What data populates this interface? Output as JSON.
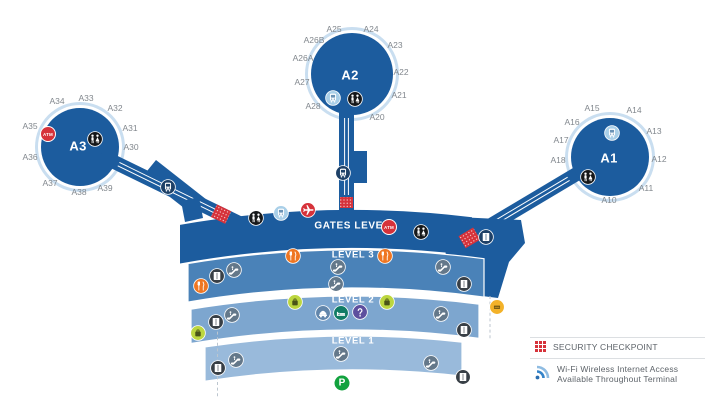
{
  "map": {
    "concourse_a1": {
      "label": "A1",
      "gates": [
        "A10",
        "A11",
        "A12",
        "A13",
        "A14",
        "A15",
        "A16",
        "A17",
        "A18"
      ]
    },
    "concourse_a2": {
      "label": "A2",
      "gates": [
        "A20",
        "A21",
        "A22",
        "A23",
        "A24",
        "A25",
        "A26A",
        "A26B",
        "A27",
        "A28"
      ]
    },
    "concourse_a3": {
      "label": "A3",
      "gates": [
        "A30",
        "A31",
        "A32",
        "A33",
        "A34",
        "A35",
        "A36",
        "A37",
        "A38",
        "A39"
      ]
    }
  },
  "terminal": {
    "gates_level": "GATES LEVEL",
    "level3": "LEVEL 3",
    "level2": "LEVEL 2",
    "level1": "LEVEL 1"
  },
  "badges": {
    "atm": "ATM",
    "parking": "P"
  },
  "legend": {
    "security_checkpoint": "SECURITY CHECKPOINT",
    "wifi_line1": "Wi-Fi Wireless Internet Access",
    "wifi_line2": "Available Throughout Terminal"
  },
  "colors": {
    "concourse_blue": "#1c5c9e",
    "level3_blue": "#4a82b8",
    "level2_blue": "#7da6cf",
    "level1_blue": "#99badb",
    "halo_blue": "#c9def0",
    "security_red": "#d6323a",
    "food_orange": "#ef7622",
    "baggage_lime": "#bcd63f",
    "parking_green": "#12a23e",
    "info_purple": "#5d4f9e",
    "hotel_teal": "#107c65",
    "shuttle_lightblue": "#a9cfe8",
    "gate_label_gray": "#81878d"
  },
  "icons": {
    "restroom": "restroom-icon",
    "shuttle": "shuttle-train-icon",
    "train": "terminal-train-icon",
    "plane": "departing-flights-icon",
    "food": "food-icon",
    "escalator": "escalator-icon",
    "elevator": "elevator-icon",
    "baggage": "baggage-claim-icon",
    "car": "ground-transportation-icon",
    "hotel": "hotel-shuttle-icon",
    "info": "information-icon",
    "ticket": "ticketing-icon",
    "atm": "atm-icon",
    "parking": "parking-icon",
    "checkpoint": "security-checkpoint-icon",
    "wifi": "wifi-icon"
  }
}
